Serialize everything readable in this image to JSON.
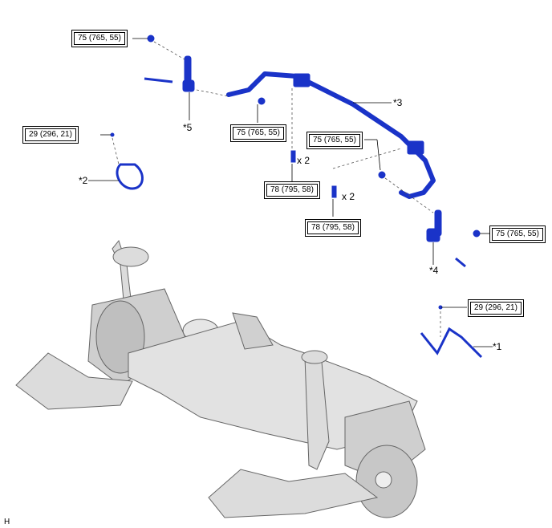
{
  "torque_specs": {
    "t1": "75 (765, 55)",
    "t2": "29 (296, 21)",
    "t3": "75 (765, 55)",
    "t4": "75 (765, 55)",
    "t5": "78 (795, 58)",
    "t6": "78 (795, 58)",
    "t7": "75 (765, 55)",
    "t8": "29 (296, 21)"
  },
  "callouts": {
    "c1": "*1",
    "c2": "*2",
    "c3": "*3",
    "c4": "*4",
    "c5": "*5"
  },
  "quantities": {
    "q1": "x 2",
    "q2": "x 2"
  },
  "footer_code": "H",
  "colors": {
    "part_blue": "#1a33c8",
    "part_blue_light": "#4d66e6",
    "suspension_gray": "#d9d9d9",
    "outline": "#555555"
  }
}
